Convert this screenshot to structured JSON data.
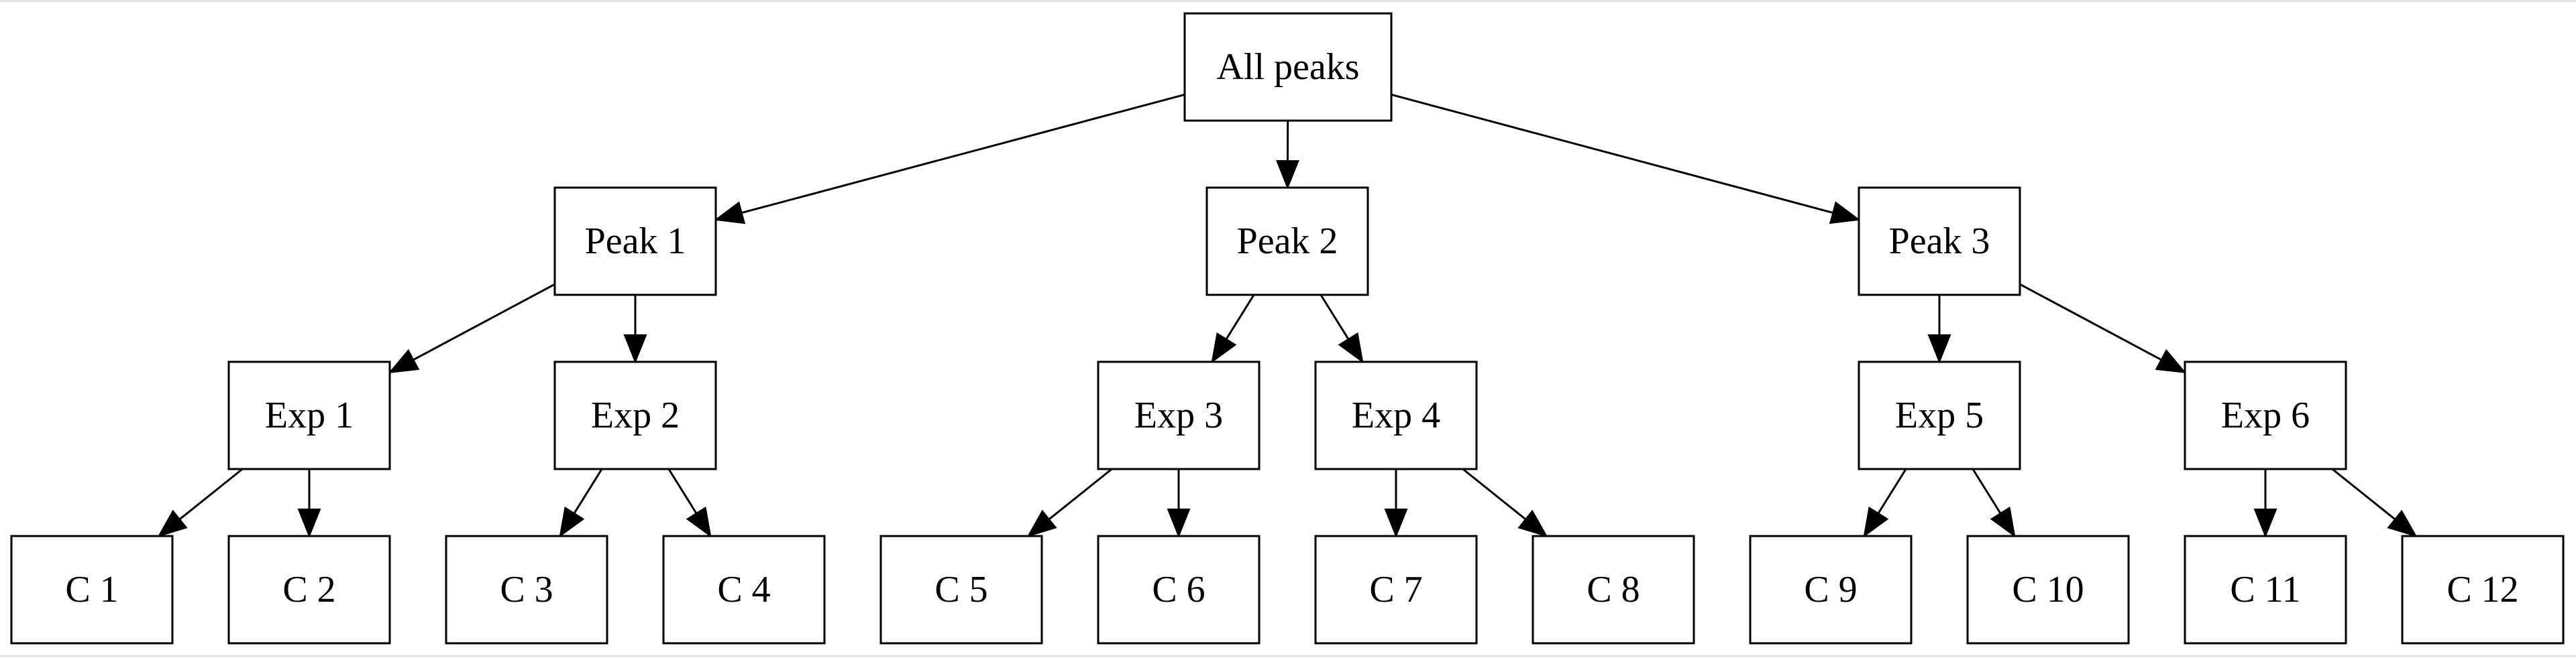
{
  "diagram": {
    "type": "tree",
    "nodes": [
      {
        "id": "root",
        "label": "All peaks"
      },
      {
        "id": "peak1",
        "label": "Peak 1"
      },
      {
        "id": "peak2",
        "label": "Peak 2"
      },
      {
        "id": "peak3",
        "label": "Peak 3"
      },
      {
        "id": "exp1",
        "label": "Exp 1"
      },
      {
        "id": "exp2",
        "label": "Exp 2"
      },
      {
        "id": "exp3",
        "label": "Exp 3"
      },
      {
        "id": "exp4",
        "label": "Exp 4"
      },
      {
        "id": "exp5",
        "label": "Exp 5"
      },
      {
        "id": "exp6",
        "label": "Exp 6"
      },
      {
        "id": "c1",
        "label": "C 1"
      },
      {
        "id": "c2",
        "label": "C 2"
      },
      {
        "id": "c3",
        "label": "C 3"
      },
      {
        "id": "c4",
        "label": "C 4"
      },
      {
        "id": "c5",
        "label": "C 5"
      },
      {
        "id": "c6",
        "label": "C 6"
      },
      {
        "id": "c7",
        "label": "C 7"
      },
      {
        "id": "c8",
        "label": "C 8"
      },
      {
        "id": "c9",
        "label": "C 9"
      },
      {
        "id": "c10",
        "label": "C 10"
      },
      {
        "id": "c11",
        "label": "C 11"
      },
      {
        "id": "c12",
        "label": "C 12"
      }
    ],
    "edges": [
      {
        "from": "root",
        "to": "peak1"
      },
      {
        "from": "root",
        "to": "peak2"
      },
      {
        "from": "root",
        "to": "peak3"
      },
      {
        "from": "peak1",
        "to": "exp1"
      },
      {
        "from": "peak1",
        "to": "exp2"
      },
      {
        "from": "peak2",
        "to": "exp3"
      },
      {
        "from": "peak2",
        "to": "exp4"
      },
      {
        "from": "peak3",
        "to": "exp5"
      },
      {
        "from": "peak3",
        "to": "exp6"
      },
      {
        "from": "exp1",
        "to": "c1"
      },
      {
        "from": "exp1",
        "to": "c2"
      },
      {
        "from": "exp2",
        "to": "c3"
      },
      {
        "from": "exp2",
        "to": "c4"
      },
      {
        "from": "exp3",
        "to": "c5"
      },
      {
        "from": "exp3",
        "to": "c6"
      },
      {
        "from": "exp4",
        "to": "c7"
      },
      {
        "from": "exp4",
        "to": "c8"
      },
      {
        "from": "exp5",
        "to": "c9"
      },
      {
        "from": "exp5",
        "to": "c10"
      },
      {
        "from": "exp6",
        "to": "c11"
      },
      {
        "from": "exp6",
        "to": "c12"
      }
    ]
  }
}
